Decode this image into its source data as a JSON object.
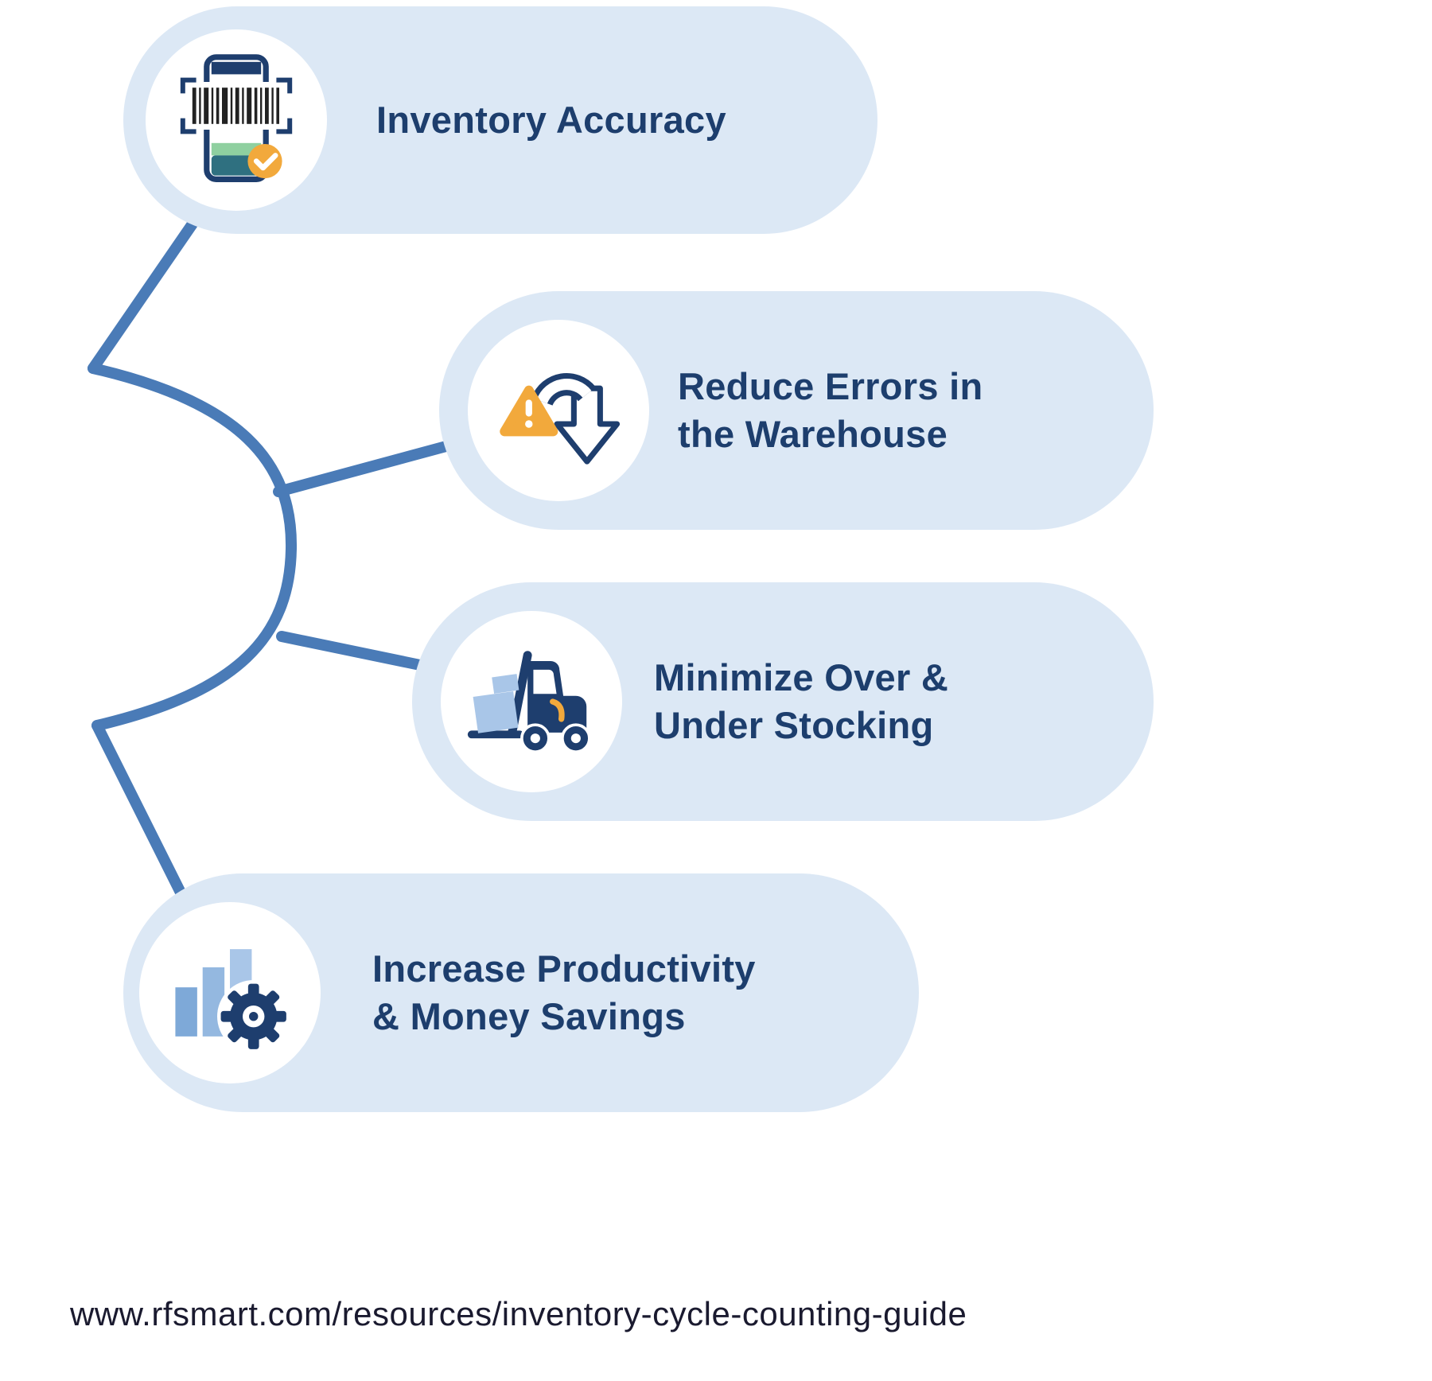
{
  "infographic": {
    "footer_url": "www.rfsmart.com/resources/inventory-cycle-counting-guide",
    "cards": [
      {
        "label": "Inventory Accuracy",
        "icon": "barcode-scan-phone-icon"
      },
      {
        "label": "Reduce Errors in\nthe Warehouse",
        "icon": "down-arrow-warning-icon"
      },
      {
        "label": "Minimize Over &\nUnder Stocking",
        "icon": "forklift-icon"
      },
      {
        "label": "Increase Productivity\n& Money Savings",
        "icon": "bar-chart-gear-icon"
      }
    ],
    "colors": {
      "card_bg": "#dce8f5",
      "heading_text": "#1d3e6d",
      "connector": "#4a7bb7",
      "accent_orange": "#f2a93c",
      "icon_navy": "#1e3e6e",
      "icon_light_blue": "#a9c6e8",
      "icon_green": "#8fd0a0"
    }
  }
}
